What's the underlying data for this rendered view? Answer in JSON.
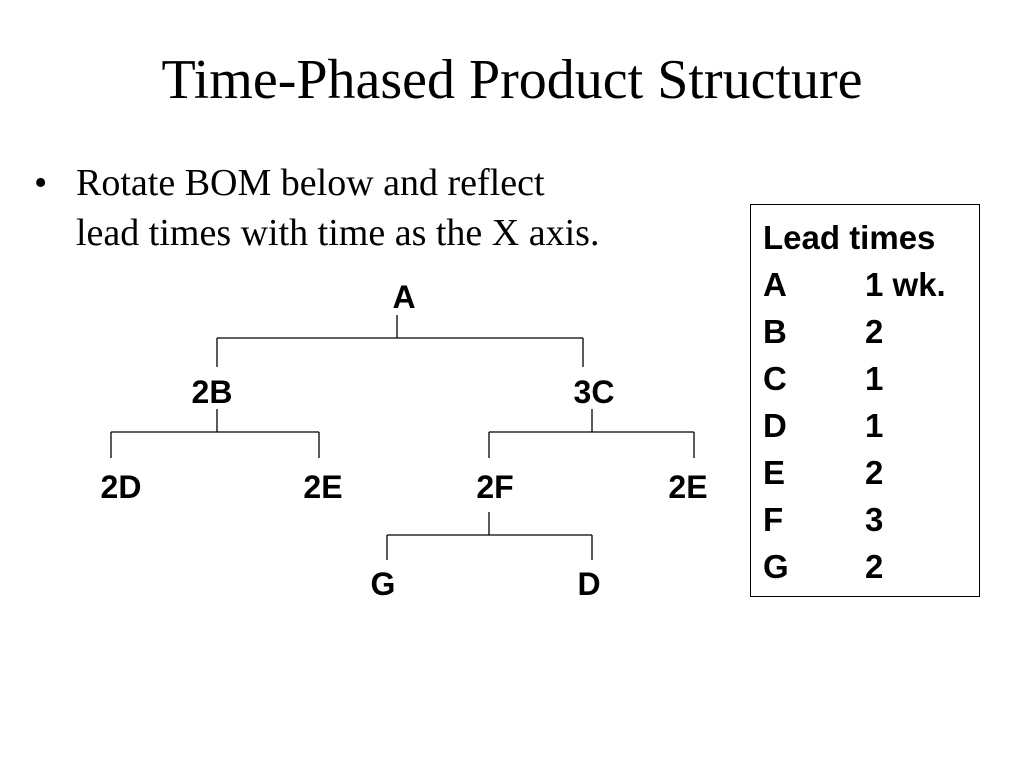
{
  "title": "Time-Phased Product Structure",
  "bullet": {
    "symbol": "•",
    "lines": [
      "Rotate BOM below and reflect",
      "lead times with time as the X axis."
    ]
  },
  "bom": {
    "nodes": {
      "A": "A",
      "B": "2B",
      "C": "3C",
      "D1": "2D",
      "E1": "2E",
      "F": "2F",
      "E2": "2E",
      "G": "G",
      "D2": "D"
    }
  },
  "lead_times": {
    "title": "Lead times",
    "rows": [
      {
        "item": "A",
        "time": "1 wk."
      },
      {
        "item": "B",
        "time": "2"
      },
      {
        "item": "C",
        "time": "1"
      },
      {
        "item": "D",
        "time": "1"
      },
      {
        "item": "E",
        "time": "2"
      },
      {
        "item": "F",
        "time": "3"
      },
      {
        "item": "G",
        "time": "2"
      }
    ]
  }
}
